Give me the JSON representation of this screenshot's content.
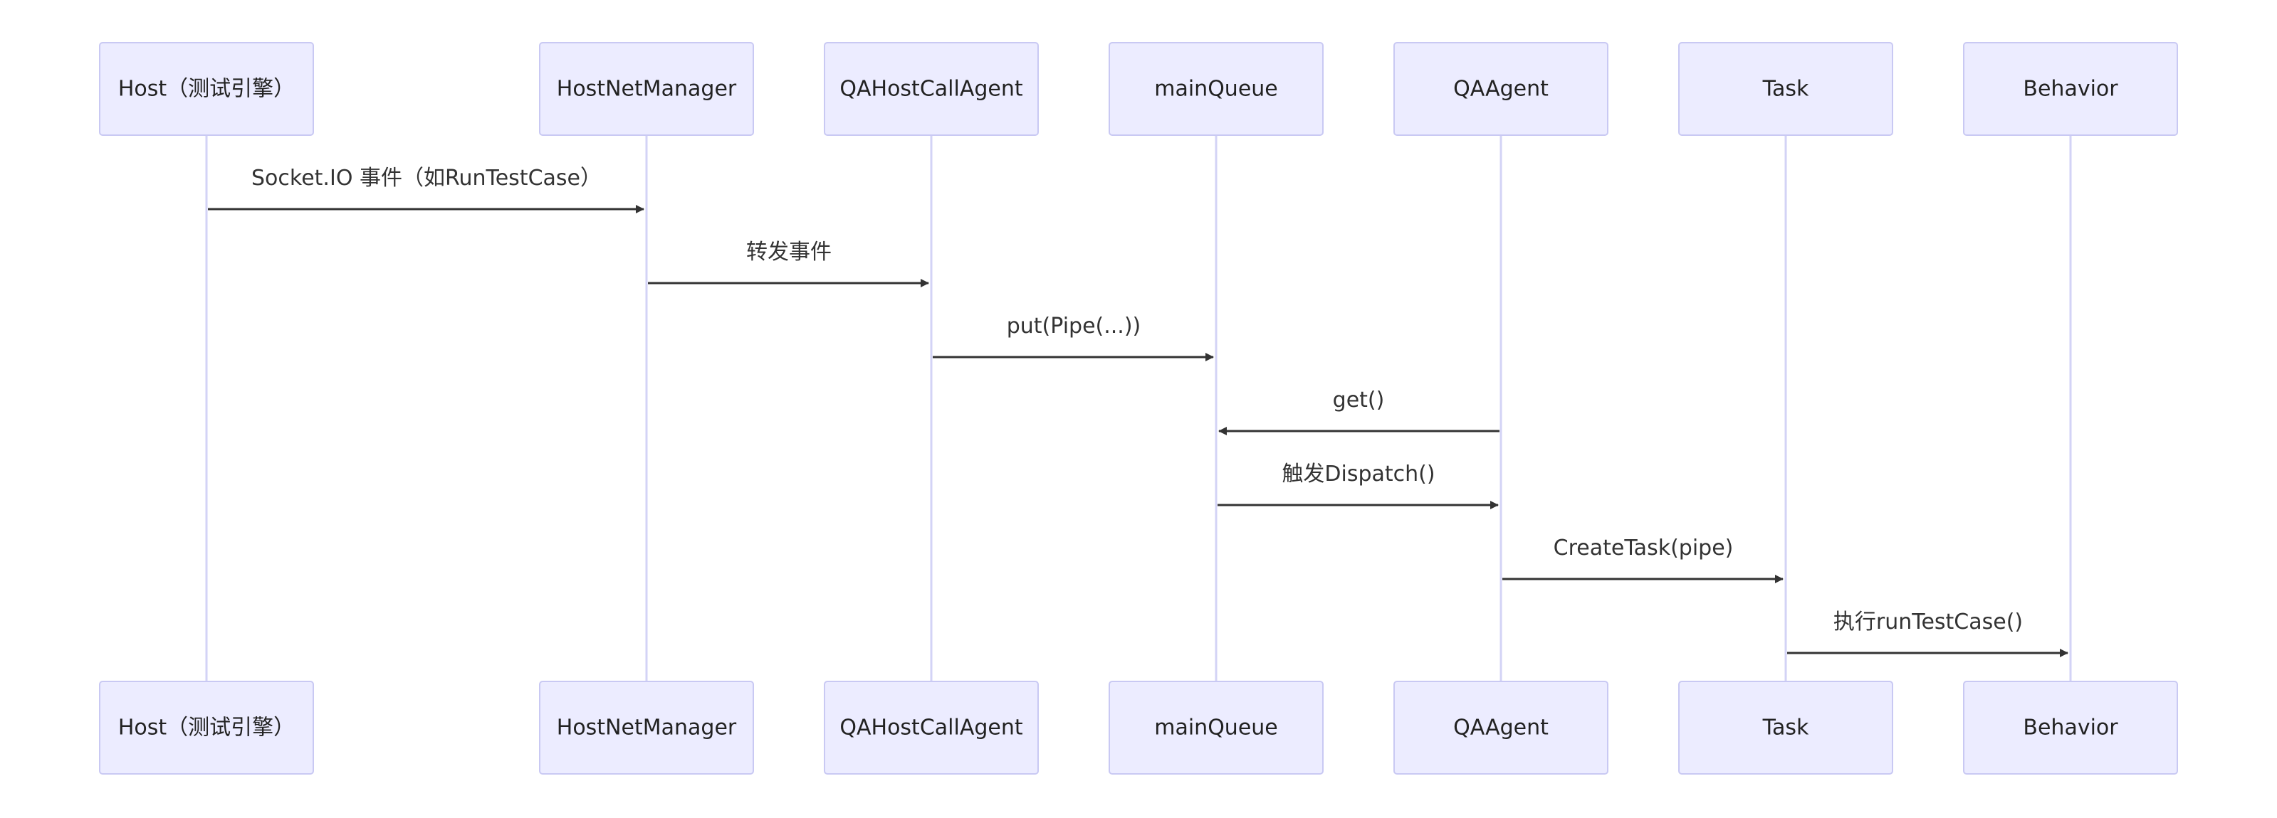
{
  "participants": [
    {
      "id": "host",
      "label": "Host（测试引擎）"
    },
    {
      "id": "hostnet",
      "label": "HostNetManager"
    },
    {
      "id": "qahostcall",
      "label": "QAHostCallAgent"
    },
    {
      "id": "mainqueue",
      "label": "mainQueue"
    },
    {
      "id": "qaagent",
      "label": "QAAgent"
    },
    {
      "id": "task",
      "label": "Task"
    },
    {
      "id": "behavior",
      "label": "Behavior"
    }
  ],
  "messages": [
    {
      "from": "host",
      "to": "hostnet",
      "label": "Socket.IO 事件（如RunTestCase）"
    },
    {
      "from": "hostnet",
      "to": "qahostcall",
      "label": "转发事件"
    },
    {
      "from": "qahostcall",
      "to": "mainqueue",
      "label": "put(Pipe(...))"
    },
    {
      "from": "qaagent",
      "to": "mainqueue",
      "label": "get()"
    },
    {
      "from": "mainqueue",
      "to": "qaagent",
      "label": "触发Dispatch()"
    },
    {
      "from": "qaagent",
      "to": "task",
      "label": "CreateTask(pipe)"
    },
    {
      "from": "task",
      "to": "behavior",
      "label": "执行runTestCase()"
    }
  ],
  "colors": {
    "actor_fill": "#ECECFF",
    "actor_border": "#C9C9F3",
    "lifeline": "#D3D3F6",
    "arrow": "#333333"
  }
}
